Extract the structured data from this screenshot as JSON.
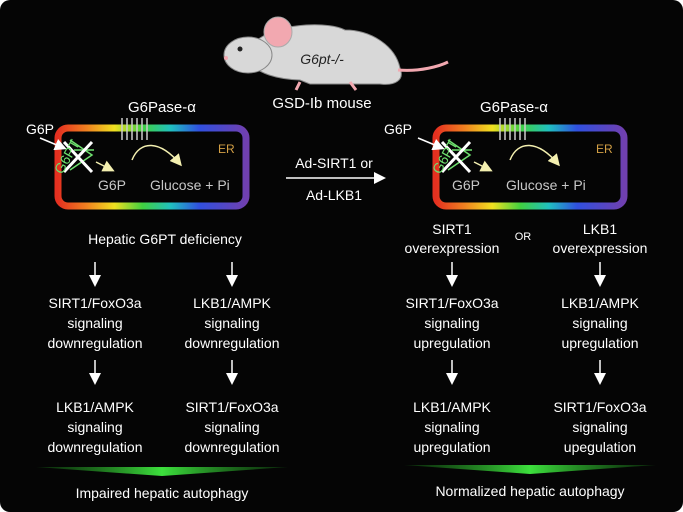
{
  "mouse": {
    "genotype": "G6pt-/-",
    "label": "GSD-Ib mouse"
  },
  "cell": {
    "substrate": "G6P",
    "transporter": "G6PT",
    "enzyme": "G6Pase-α",
    "compartment": "ER",
    "inside_substrate": "G6P",
    "product": "Glucose + Pi"
  },
  "treatment": {
    "line1": "Ad-SIRT1 or",
    "line2": "Ad-LKB1"
  },
  "left": {
    "deficiency": "Hepatic G6PT deficiency",
    "col_a": {
      "step1": [
        "SIRT1/FoxO3a",
        "signaling",
        "downregulation"
      ],
      "step2": [
        "LKB1/AMPK",
        "signaling",
        "downregulation"
      ]
    },
    "col_b": {
      "step1": [
        "LKB1/AMPK",
        "signaling",
        "downregulation"
      ],
      "step2": [
        "SIRT1/FoxO3a",
        "signaling",
        "downregulation"
      ]
    },
    "outcome": "Impaired hepatic autophagy"
  },
  "right": {
    "col_a_top": [
      "SIRT1",
      "overexpression"
    ],
    "or_label": "OR",
    "col_b_top": [
      "LKB1",
      "overexpression"
    ],
    "col_a": {
      "step1": [
        "SIRT1/FoxO3a",
        "signaling",
        "upregulation"
      ],
      "step2": [
        "LKB1/AMPK",
        "signaling",
        "upregulation"
      ]
    },
    "col_b": {
      "step1": [
        "LKB1/AMPK",
        "signaling",
        "upregulation"
      ],
      "step2": [
        "SIRT1/FoxO3a",
        "signaling",
        "upegulation"
      ]
    },
    "outcome": "Normalized hepatic autophagy"
  },
  "colors": {
    "background": "#050505",
    "transporter": "#4caf50",
    "outcome_bar": "#2ecc2e",
    "compartment_label": "#d4a045"
  }
}
